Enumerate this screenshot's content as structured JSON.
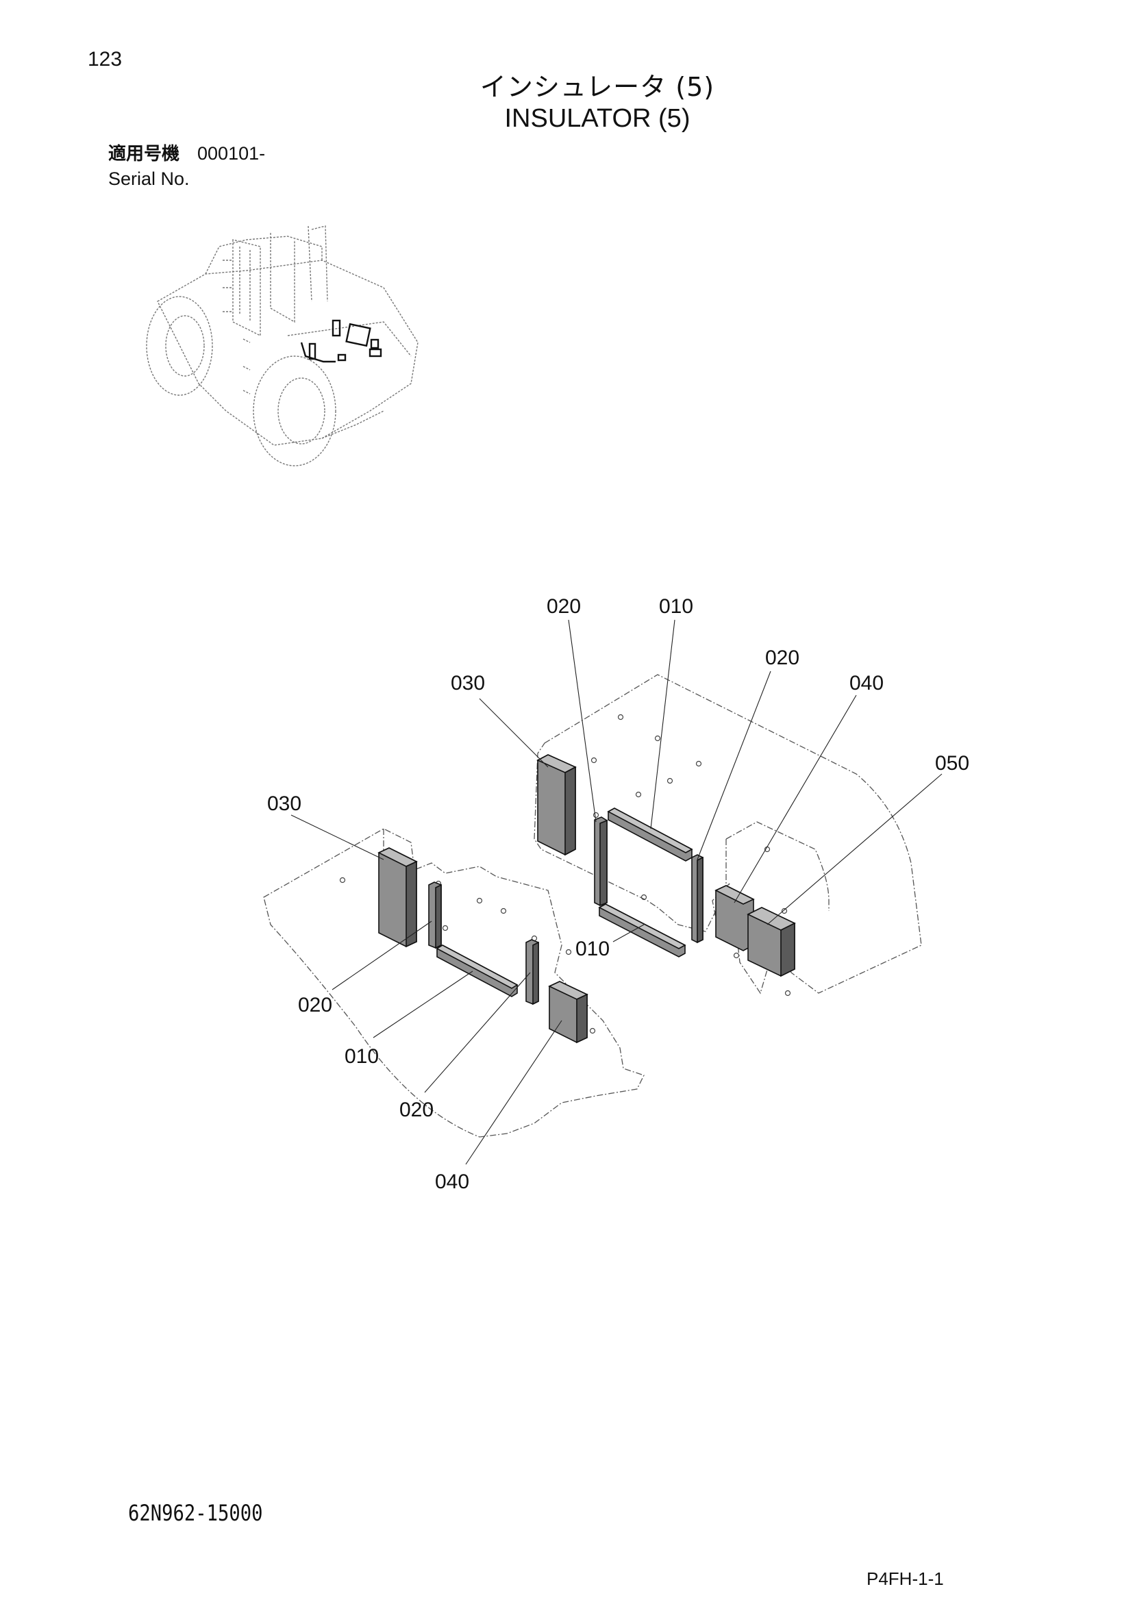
{
  "page": {
    "number": "123",
    "title_jp": "インシュレータ (5)",
    "title_en": "INSULATOR (5)",
    "serial_label_jp": "適用号機",
    "serial_label_en": "Serial No.",
    "serial_value": "000101-",
    "drawing_number": "62N962-15000",
    "page_code": "P4FH-1-1"
  },
  "callouts": {
    "r030": "030",
    "r020a": "020",
    "r010a": "010",
    "r020b": "020",
    "r040": "040",
    "r050": "050",
    "r010b": "010",
    "l030": "030",
    "l020a": "020",
    "l010": "010",
    "l020b": "020",
    "l040": "040"
  },
  "colors": {
    "ink": "#111111",
    "part_fill": "#8f8f8f",
    "part_dark": "#5a5a5a"
  }
}
